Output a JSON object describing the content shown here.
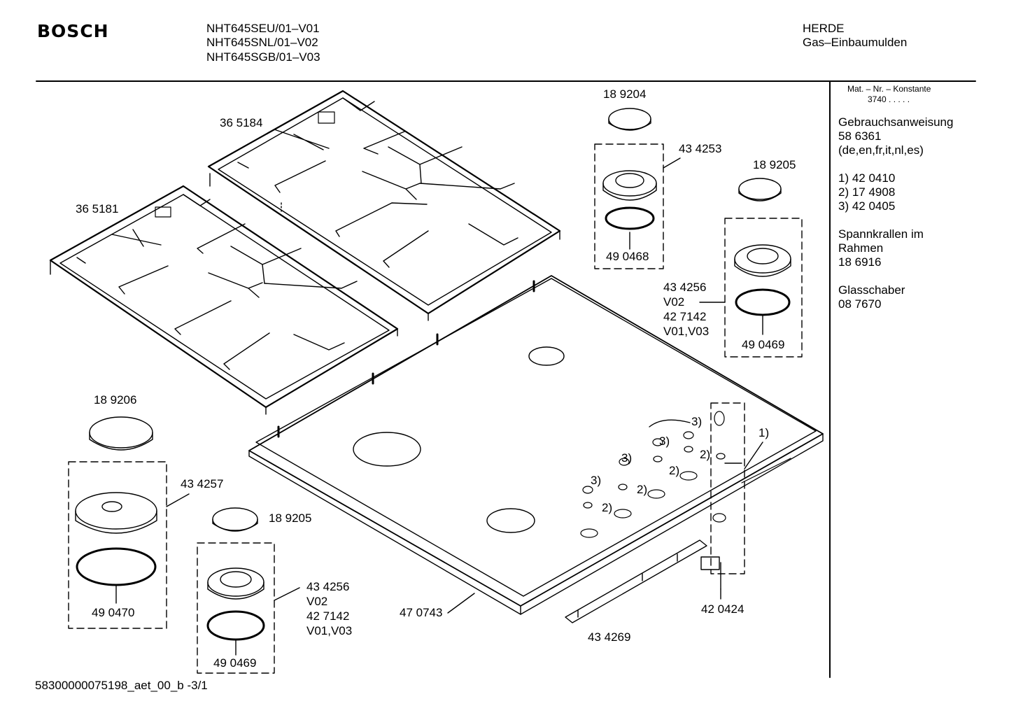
{
  "header": {
    "brand": "BOSCH",
    "models": [
      "NHT645SEU/01–V01",
      "NHT645SNL/01–V02",
      "NHT645SGB/01–V03"
    ],
    "category": "HERDE",
    "subcategory": "Gas–Einbaumulden"
  },
  "sidebar": {
    "mat_label": "Mat. – Nr. – Konstante",
    "mat_value": "3740  .  .  .  .  .",
    "manual_title": "Gebrauchsanweisung",
    "manual_number": "58 6361",
    "manual_langs": "(de,en,fr,it,nl,es)",
    "footnotes": [
      "1)  42 0410",
      "2)  17 4908",
      "3)  42 0405"
    ],
    "clamps_line1": "Spannkrallen im",
    "clamps_line2": "Rahmen",
    "clamps_number": "18 6916",
    "scraper_title": "Glasschaber",
    "scraper_number": "08 7670"
  },
  "labels": {
    "grate_right": "36 5184",
    "grate_left": "36 5181",
    "cap_top": "18 9204",
    "burner_top": "43 4253",
    "ring_top": "49 0468",
    "cap_mid_right": "18 9205",
    "burner_mid_right_1": "43 4256",
    "burner_mid_right_2": "V02",
    "burner_mid_right_3": "42 7142",
    "burner_mid_right_4": "V01,V03",
    "ring_mid_right": "49 0469",
    "cap_left": "18 9206",
    "burner_left": "43 4257",
    "ring_left": "49 0470",
    "cap_bottom": "18 9205",
    "burner_bottom_1": "43 4256",
    "burner_bottom_2": "V02",
    "burner_bottom_3": "42 7142",
    "burner_bottom_4": "V01,V03",
    "ring_bottom": "49 0469",
    "hob_top": "47 0743",
    "switch_bar": "43 4269",
    "ignition": "42 0424",
    "ref1": "1)",
    "ref2a": "2)",
    "ref2b": "2)",
    "ref2c": "2)",
    "ref2d": "2)",
    "ref3a": "3)",
    "ref3b": "3)",
    "ref3c": "3)",
    "ref3d": "3)"
  },
  "footer": {
    "doc_id": "58300000075198_aet_00_b -3/1"
  }
}
